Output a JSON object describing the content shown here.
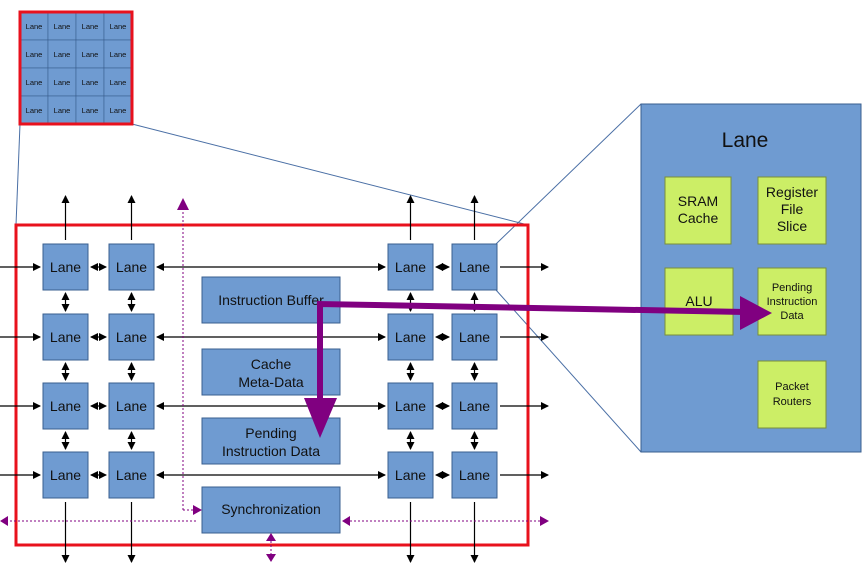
{
  "mini_grid": {
    "cell_label": "Lane",
    "rows": 4,
    "cols": 4
  },
  "array": {
    "lane_label": "Lane",
    "left_cols": 2,
    "right_cols": 2,
    "rows": 4
  },
  "center_blocks": {
    "instruction_buffer": "Instruction Buffer",
    "cache_meta_line1": "Cache",
    "cache_meta_line2": "Meta-Data",
    "pending_line1": "Pending",
    "pending_line2": "Instruction Data",
    "synchronization": "Synchronization"
  },
  "lane_detail": {
    "title": "Lane",
    "sram_line1": "SRAM",
    "sram_line2": "Cache",
    "regfile_line1": "Register",
    "regfile_line2": "File",
    "regfile_line3": "Slice",
    "alu": "ALU",
    "pending_line1": "Pending",
    "pending_line2": "Instruction",
    "pending_line3": "Data",
    "routers_line1": "Packet",
    "routers_line2": "Routers"
  },
  "colors": {
    "lane_fill": "#6f9bd1",
    "lane_stroke": "#3a5f8f",
    "component_fill": "#ccee66",
    "highlight_red": "#e8111d",
    "data_path_purple": "#800080",
    "detail_fill": "#6f9bd1"
  }
}
